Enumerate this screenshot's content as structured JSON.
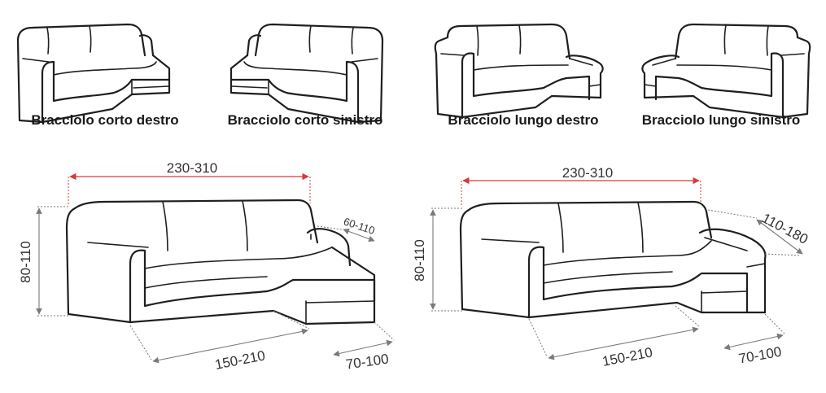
{
  "thumbnails": [
    {
      "caption": "Bracciolo corto destro"
    },
    {
      "caption": "Bracciolo corto sinistro"
    },
    {
      "caption": "Bracciolo lungo destro"
    },
    {
      "caption": "Bracciolo lungo sinistro"
    }
  ],
  "diagrams": [
    {
      "width_label": "230-310",
      "height_label": "80-110",
      "arm_label": "60-110",
      "depth_label": "150-210",
      "chaise_label": "70-100"
    },
    {
      "width_label": "230-310",
      "height_label": "80-110",
      "arm_label": "110-180",
      "depth_label": "150-210",
      "chaise_label": "70-100"
    }
  ],
  "colors": {
    "accent_dimension": "#d83a3a",
    "dimension_gray": "#7a7a7a",
    "outline": "#1f1f1f"
  }
}
